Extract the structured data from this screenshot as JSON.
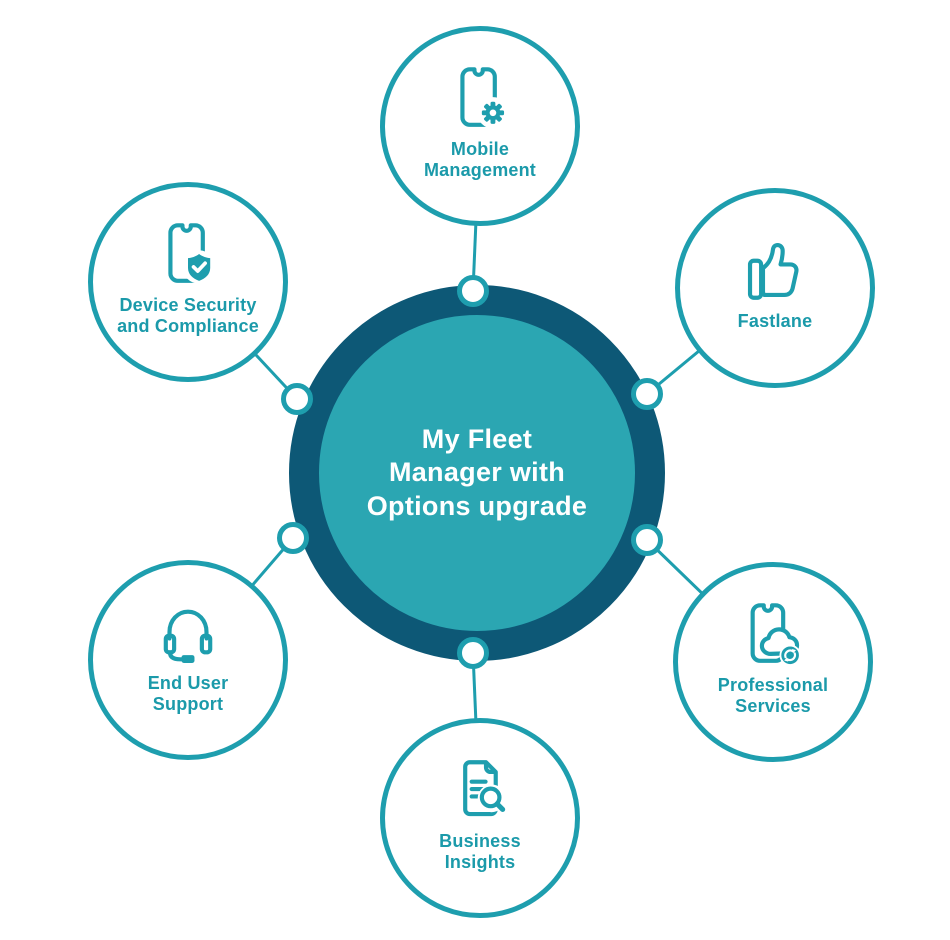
{
  "diagram": {
    "hub": {
      "label_lines": [
        "My Fleet",
        "Manager with",
        "Options upgrade"
      ]
    },
    "satellites": [
      {
        "id": "mobile-management",
        "icon": "phone-gear-icon",
        "label_lines": [
          "Mobile",
          "Management"
        ]
      },
      {
        "id": "fastlane",
        "icon": "thumbs-up-icon",
        "label_lines": [
          "Fastlane"
        ]
      },
      {
        "id": "device-security-and-compliance",
        "icon": "phone-shield-check-icon",
        "label_lines": [
          "Device Security",
          "and Compliance"
        ]
      },
      {
        "id": "end-user-support",
        "icon": "headset-icon",
        "label_lines": [
          "End User",
          "Support"
        ]
      },
      {
        "id": "business-insights",
        "icon": "document-magnifier-icon",
        "label_lines": [
          "Business",
          "Insights"
        ]
      },
      {
        "id": "professional-services",
        "icon": "phone-cloud-sync-icon",
        "label_lines": [
          "Professional",
          "Services"
        ]
      }
    ],
    "colors": {
      "teal_stroke": "#1E9EAE",
      "teal_fill": "#2BA6B2",
      "navy_ring": "#0D5876",
      "label_text": "#1B9AAA",
      "hub_text": "#FFFFFF",
      "background": "#FFFFFF"
    }
  }
}
